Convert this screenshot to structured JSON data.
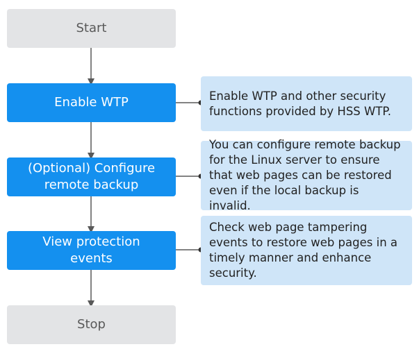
{
  "flow": {
    "start_label": "Start",
    "stop_label": "Stop",
    "steps": [
      {
        "label": "Enable WTP",
        "note": "Enable WTP and other security\nfunctions provided by HSS WTP."
      },
      {
        "label": "(Optional) Configure\nremote backup",
        "note": "You can configure remote backup\nfor the Linux server to ensure\nthat web pages can be restored\neven if the local backup is invalid."
      },
      {
        "label": "View protection\nevents",
        "note": "Check web page tampering\nevents to restore web pages in a\ntimely manner and enhance\nsecurity."
      }
    ]
  },
  "colors": {
    "terminal_fill": "#e3e4e6",
    "step_fill": "#1490ef",
    "note_fill": "#cfe5f8",
    "connector": "#595959"
  }
}
